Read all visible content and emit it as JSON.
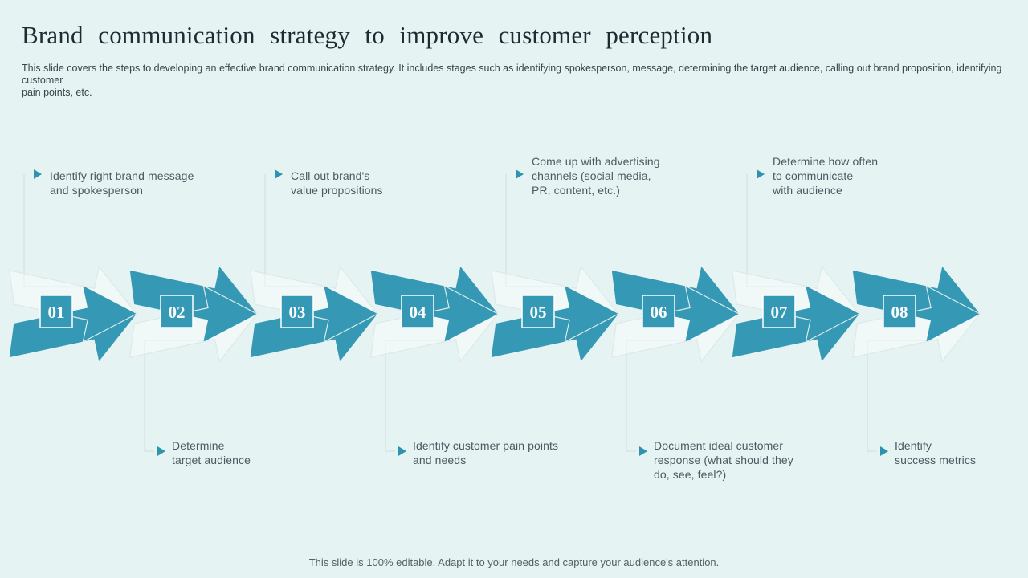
{
  "slide": {
    "title": "Brand communication strategy to improve customer perception",
    "description": "This slide covers the steps to developing an effective  brand communication strategy. It includes stages such as identifying spokesperson, message, determining the target audience, calling out brand proposition, identifying customer\npain points, etc.",
    "footer": "This slide is 100% editable. Adapt it to your needs and capture your audience's attention."
  },
  "colors": {
    "background": "#e5f3f2",
    "accent": "#3599b5",
    "bullet": "#2d93af",
    "connector_line": "#d4e2e1",
    "outline_arrow": "#dde9e8",
    "label_text": "#4c5a62",
    "title_text": "#1f2a33",
    "description_text": "#39434a",
    "footer_text": "#566063"
  },
  "steps": [
    {
      "number": "01",
      "position": "above",
      "label": "Identify right brand message\nand spokesperson"
    },
    {
      "number": "02",
      "position": "below",
      "label": "Determine\ntarget audience"
    },
    {
      "number": "03",
      "position": "above",
      "label": "Call out brand's\nvalue propositions"
    },
    {
      "number": "04",
      "position": "below",
      "label": "Identify  customer pain points\nand needs"
    },
    {
      "number": "05",
      "position": "above",
      "label": "Come up with advertising\nchannels  (social media,\nPR, content, etc.)"
    },
    {
      "number": "06",
      "position": "below",
      "label": "Document ideal customer\nresponse (what should they\ndo, see, feel?)"
    },
    {
      "number": "07",
      "position": "above",
      "label": "Determine how often\nto communicate\nwith audience"
    },
    {
      "number": "08",
      "position": "below",
      "label": "Identify\nsuccess metrics"
    }
  ]
}
